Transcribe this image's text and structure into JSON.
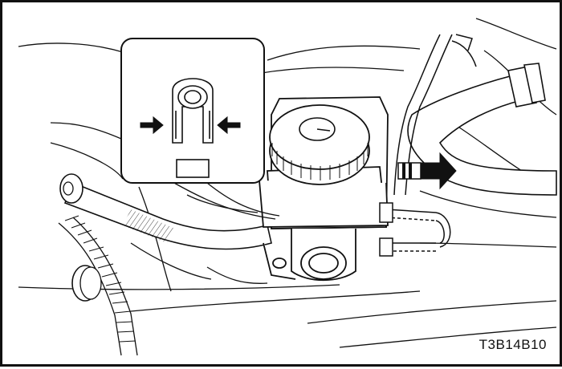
{
  "figure": {
    "code": "T3B14B10",
    "colors": {
      "ink": "#111111",
      "paper": "#ffffff",
      "shade": "#cfcfcf"
    },
    "callout_icon": "clip-detail-inset",
    "arrow_icon": "removal-direction-arrow"
  }
}
